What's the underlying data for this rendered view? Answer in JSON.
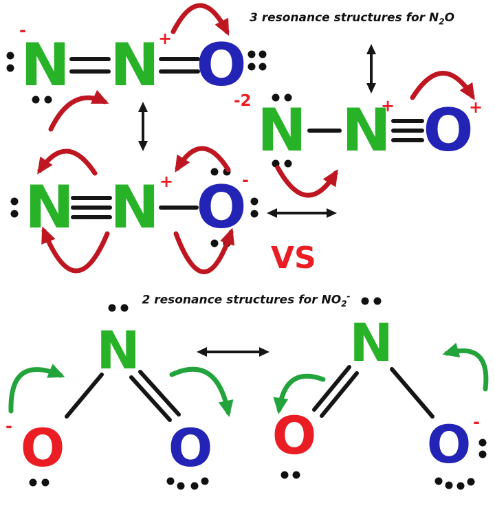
{
  "colors": {
    "nitrogen": "#28b228",
    "oxygen_blue": "#2323b5",
    "oxygen_red": "#ea1c24",
    "charge": "#ea1c24",
    "arrow_red": "#bf1722",
    "arrow_green": "#23a33c"
  },
  "header": {
    "top_title_prefix": "3 resonance structures for N",
    "top_title_sub": "2",
    "top_title_suffix": "O",
    "bottom_title_prefix": "2 resonance structures for NO",
    "bottom_title_sub": "2",
    "bottom_title_sup": "-",
    "vs_label": "VS"
  },
  "n2o": {
    "s1": {
      "n1": "N",
      "n1_charge": "-",
      "n2": "N",
      "n2_charge": "+",
      "o": "O"
    },
    "s2": {
      "n1_charge": "-2",
      "n1": "N",
      "n2": "N",
      "n2_charge": "+",
      "o": "O",
      "o_charge": "+"
    },
    "s3": {
      "n1": "N",
      "n2": "N",
      "n2_charge": "+",
      "o": "O",
      "o_charge": "-"
    }
  },
  "no2": {
    "s1": {
      "n": "N",
      "o_left": "O",
      "o_left_charge": "-",
      "o_right": "O"
    },
    "s2": {
      "n": "N",
      "o_left": "O",
      "o_right": "O",
      "o_right_charge": "-"
    }
  }
}
